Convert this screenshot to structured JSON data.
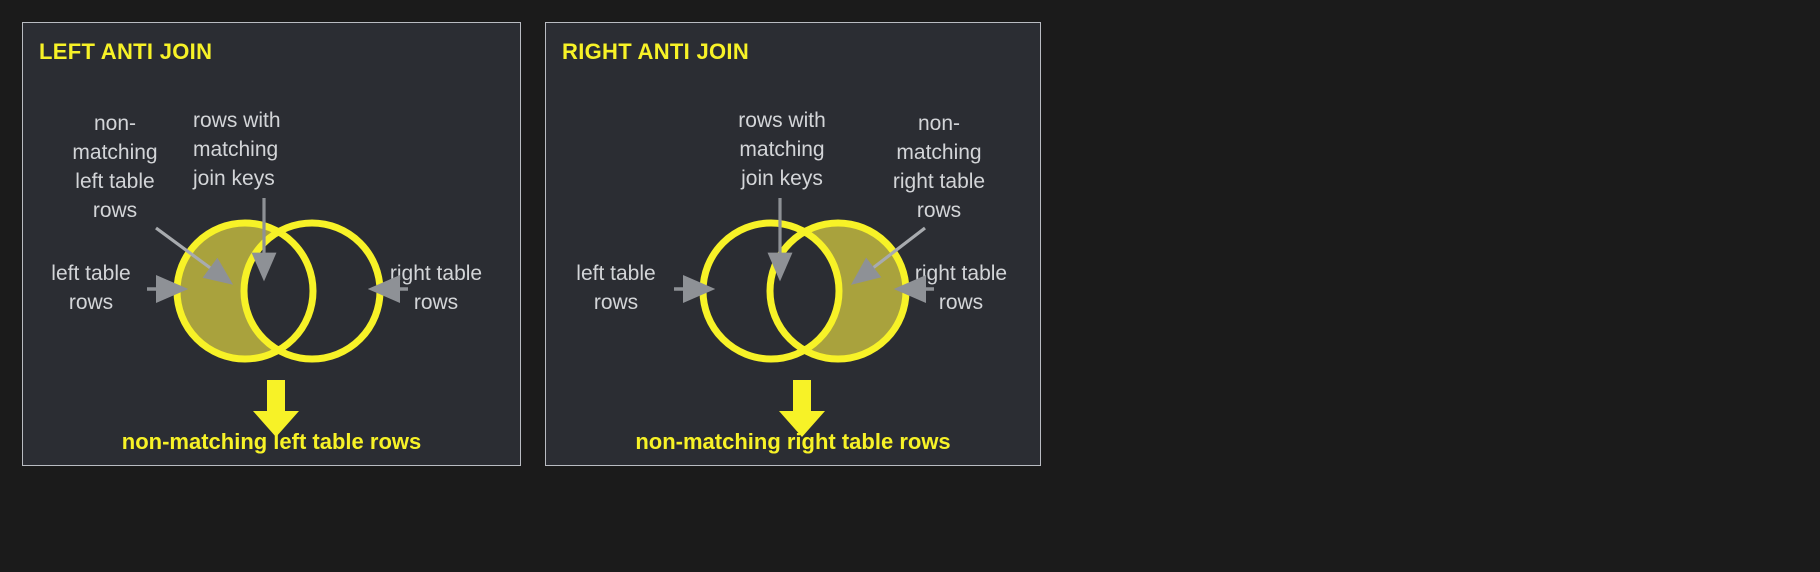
{
  "page": {
    "background": "#1b1b1b",
    "panel_background": "#2b2d33",
    "panel_border": "#b9bcc2",
    "accent_yellow": "#f7f227",
    "fill_olive": "#a9a23d",
    "label_gray": "#d3d5d8",
    "arrow_gray": "#8e9196"
  },
  "panels": [
    {
      "id": "left-anti-join",
      "title": "LEFT ANTI JOIN",
      "annotations": {
        "top_left": "non-\nmatching\nleft table\nrows",
        "top_right": "rows with\nmatching\njoin keys",
        "side_left": "left table\nrows",
        "side_right": "right table\nrows"
      },
      "caption": "non-matching left table rows",
      "venn": {
        "filled_side": "left",
        "left_circle_label": "left table rows",
        "right_circle_label": "right table rows",
        "intersection_label": "rows with matching join keys"
      }
    },
    {
      "id": "right-anti-join",
      "title": "RIGHT ANTI JOIN",
      "annotations": {
        "top_left": "rows with\nmatching\njoin keys",
        "top_right": "non-\nmatching\nright table\nrows",
        "side_left": "left table\nrows",
        "side_right": "right table\nrows"
      },
      "caption": "non-matching right table rows",
      "venn": {
        "filled_side": "right",
        "left_circle_label": "left table rows",
        "right_circle_label": "right table rows",
        "intersection_label": "rows with matching join keys"
      }
    }
  ]
}
